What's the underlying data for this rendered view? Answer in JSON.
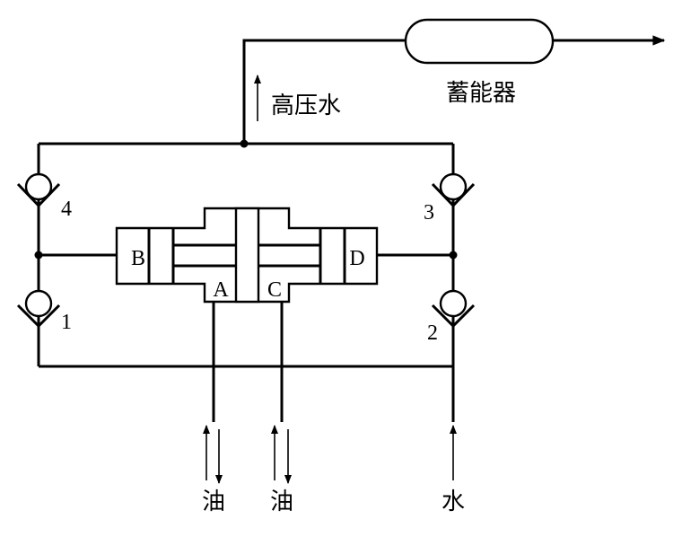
{
  "labels": {
    "high_pressure_water": "高压水",
    "accumulator": "蓄能器",
    "oil_left": "油",
    "oil_right": "油",
    "water": "水"
  },
  "valves": {
    "v1": "1",
    "v2": "2",
    "v3": "3",
    "v4": "4"
  },
  "chambers": {
    "a": "A",
    "b": "B",
    "c": "C",
    "d": "D"
  }
}
